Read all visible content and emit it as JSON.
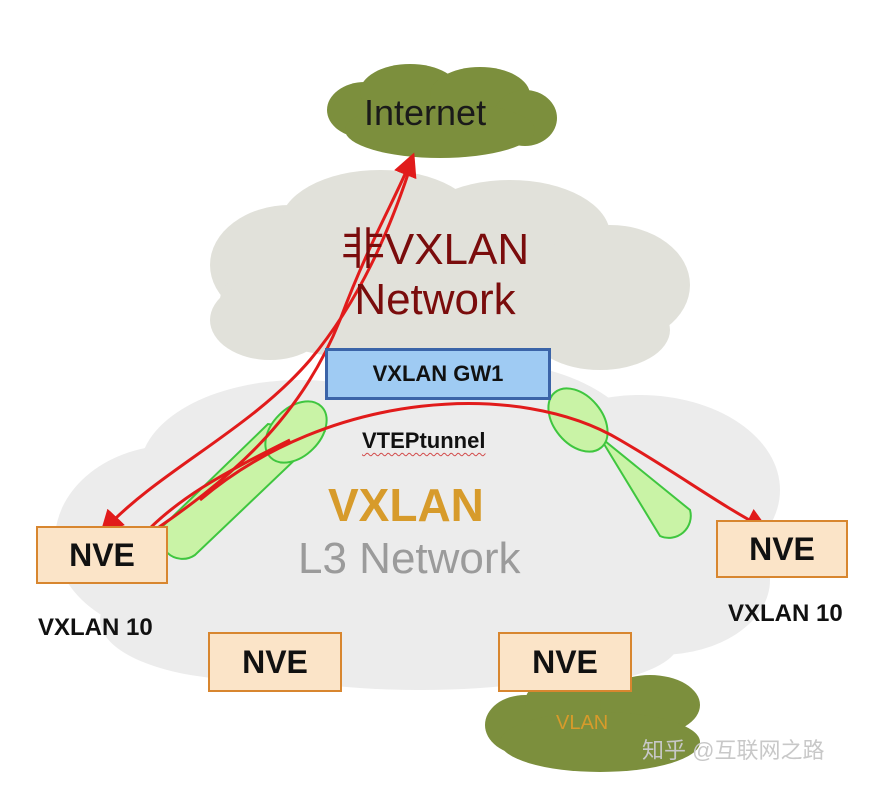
{
  "clouds": {
    "internet_label": "Internet",
    "non_vxlan_label": "非VXLAN Network",
    "vxlan_label": "VXLAN",
    "l3_label": "L3 Network",
    "vlan_label": "VLAN"
  },
  "gateway": {
    "label": "VXLAN GW1"
  },
  "tunnel": {
    "label": "VTEPtunnel"
  },
  "nodes": {
    "nve_left": "NVE",
    "nve_right": "NVE",
    "nve_bottom_left": "NVE",
    "nve_bottom_right": "NVE"
  },
  "vni_labels": {
    "left": "VXLAN 10",
    "right": "VXLAN 10"
  },
  "watermark": "知乎 @互联网之路",
  "colors": {
    "internet_cloud": "#7c8f3d",
    "vlan_cloud": "#7c8f3d",
    "non_vxlan_cloud": "#e1e1da",
    "vxlan_cloud": "#ececec",
    "gateway_fill": "#9fcbf3",
    "gateway_border": "#3b64a8",
    "tunnel_fill": "#c9f3a6",
    "tunnel_stroke": "#3fc63f",
    "arrow": "#e11b1b",
    "nve_fill": "#fbe4c8",
    "nve_border": "#d8862f",
    "vxlan_text": "#d79b2b",
    "non_vxlan_text": "#7a0c0c"
  }
}
